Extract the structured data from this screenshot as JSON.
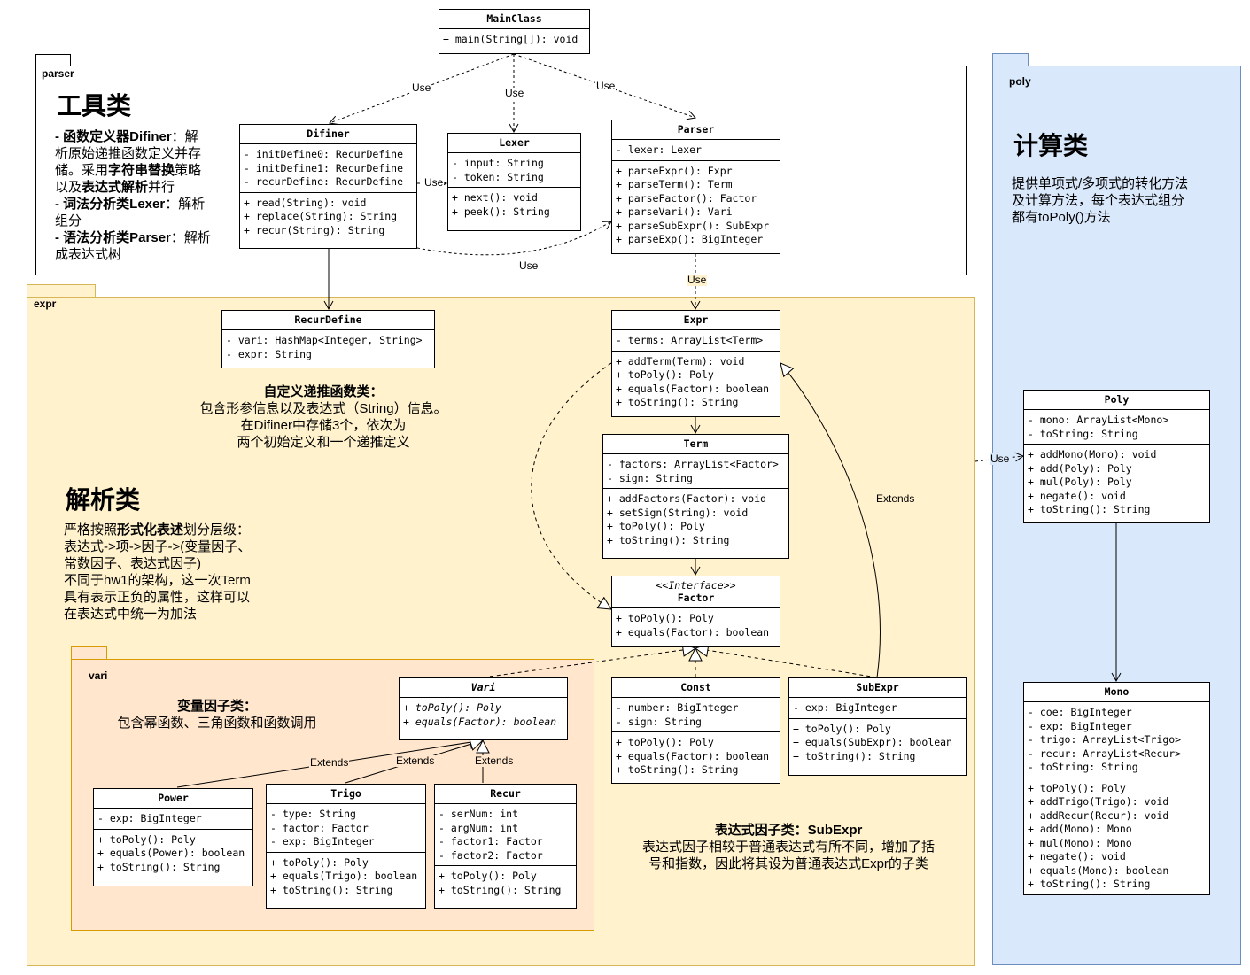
{
  "packages": {
    "parser": "parser",
    "expr": "expr",
    "vari": "vari",
    "poly": "poly"
  },
  "classes": {
    "mainclass": {
      "name": "MainClass",
      "methods": [
        "+ main(String[]): void"
      ]
    },
    "difiner": {
      "name": "Difiner",
      "fields": [
        "- initDefine0: RecurDefine",
        "- initDefine1: RecurDefine",
        "- recurDefine: RecurDefine"
      ],
      "methods": [
        "+ read(String): void",
        "+ replace(String): String",
        "+ recur(String): String"
      ]
    },
    "lexer": {
      "name": "Lexer",
      "fields": [
        "- input: String",
        "- token: String"
      ],
      "methods": [
        "+ next(): void",
        "+ peek(): String"
      ]
    },
    "parser": {
      "name": "Parser",
      "fields": [
        "- lexer: Lexer"
      ],
      "methods": [
        "+ parseExpr(): Expr",
        "+ parseTerm(): Term",
        "+ parseFactor(): Factor",
        "+ parseVari(): Vari",
        "+ parseSubExpr(): SubExpr",
        "+ parseExp(): BigInteger"
      ]
    },
    "recurdefine": {
      "name": "RecurDefine",
      "fields": [
        "- vari: HashMap<Integer, String>",
        "- expr: String"
      ]
    },
    "expr": {
      "name": "Expr",
      "fields": [
        "- terms: ArrayList<Term>"
      ],
      "methods": [
        "+ addTerm(Term): void",
        "+ toPoly(): Poly",
        "+ equals(Factor): boolean",
        "+ toString(): String"
      ]
    },
    "term": {
      "name": "Term",
      "fields": [
        "- factors: ArrayList<Factor>",
        "- sign: String"
      ],
      "methods": [
        "+ addFactors(Factor): void",
        "+ setSign(String): void",
        "+ toPoly(): Poly",
        "+ toString(): String"
      ]
    },
    "factor": {
      "stereotype": "<<Interface>>",
      "name": "Factor",
      "methods": [
        "+ toPoly(): Poly",
        "+ equals(Factor): boolean"
      ]
    },
    "const": {
      "name": "Const",
      "fields": [
        "- number: BigInteger",
        "- sign: String"
      ],
      "methods": [
        "+ toPoly(): Poly",
        "+ equals(Factor): boolean",
        "+ toString(): String"
      ]
    },
    "subexpr": {
      "name": "SubExpr",
      "fields": [
        "- exp: BigInteger"
      ],
      "methods": [
        "+ toPoly(): Poly",
        "+ equals(SubExpr): boolean",
        "+ toString(): String"
      ]
    },
    "vari": {
      "name": "Vari",
      "methods": [
        "+ toPoly(): Poly",
        "+ equals(Factor): boolean"
      ]
    },
    "power": {
      "name": "Power",
      "fields": [
        "- exp: BigInteger"
      ],
      "methods": [
        "+ toPoly(): Poly",
        "+ equals(Power): boolean",
        "+ toString(): String"
      ]
    },
    "trigo": {
      "name": "Trigo",
      "fields": [
        "- type: String",
        "- factor: Factor",
        "- exp: BigInteger"
      ],
      "methods": [
        "+ toPoly(): Poly",
        "+ equals(Trigo): boolean",
        "+ toString(): String"
      ]
    },
    "recur": {
      "name": "Recur",
      "fields": [
        "- serNum: int",
        "- argNum: int",
        "- factor1: Factor",
        "- factor2: Factor"
      ],
      "methods": [
        "+ toPoly(): Poly",
        "+ toString(): String"
      ]
    },
    "poly": {
      "name": "Poly",
      "fields": [
        "- mono: ArrayList<Mono>",
        "- toString: String"
      ],
      "methods": [
        "+ addMono(Mono): void",
        "+ add(Poly): Poly",
        "+ mul(Poly): Poly",
        "+ negate(): void",
        "+ toString(): String"
      ]
    },
    "mono": {
      "name": "Mono",
      "fields": [
        "- coe: BigInteger",
        "- exp: BigInteger",
        "- trigo: ArrayList<Trigo>",
        "- recur: ArrayList<Recur>",
        "- toString: String"
      ],
      "methods": [
        "+ toPoly(): Poly",
        "+ addTrigo(Trigo): void",
        "+ addRecur(Recur): void",
        "+ add(Mono): Mono",
        "+ mul(Mono): Mono",
        "+ negate(): void",
        "+ equals(Mono): boolean",
        "+ toString(): String"
      ]
    }
  },
  "notes": {
    "tool_title": "工具类",
    "tool_lines": [
      [
        "- 函数定义器Difiner",
        "：解"
      ],
      [
        "析原始递推函数定义并存",
        ""
      ],
      [
        "储。采用",
        ""
      ],
      [
        "以及",
        ""
      ],
      [
        "- 词法分析类Lexer",
        "：解析"
      ],
      [
        "组分",
        ""
      ],
      [
        "- 语法分析类Parser",
        "：解析"
      ],
      [
        "成表达式树",
        ""
      ]
    ],
    "tool_line3_bold": "字符串替换",
    "tool_line3_tail": "策略",
    "tool_line4_bold": "表达式解析",
    "tool_line4_tail": "并行",
    "recurdefine_title": "自定义递推函数类：",
    "recurdefine_lines": [
      "包含形参信息以及表达式（String）信息。",
      "在Difiner中存储3个，依次为",
      "两个初始定义和一个递推定义"
    ],
    "parse_title": "解析类",
    "parse_line1_pre": "严格按照",
    "parse_line1_bold": "形式化表述",
    "parse_line1_post": "划分层级：",
    "parse_lines": [
      "表达式->项->因子->(变量因子、",
      "常数因子、表达式因子)",
      "不同于hw1的架构，这一次Term",
      "具有表示正负的属性，这样可以",
      "在表达式中统一为加法"
    ],
    "vari_title": "变量因子类：",
    "vari_line": "包含幂函数、三角函数和函数调用",
    "subexpr_title": "表达式因子类：SubExpr",
    "subexpr_lines": [
      "表达式因子相较于普通表达式有所不同，增加了括",
      "号和指数，因此将其设为普通表达式Expr的子类"
    ],
    "calc_title": "计算类",
    "calc_lines": [
      "提供单项式/多项式的转化方法",
      "及计算方法，每个表达式组分",
      "都有toPoly()方法"
    ]
  },
  "edge_labels": {
    "use": "Use",
    "extends": "Extends"
  },
  "colors": {
    "expr_fill": "#fff2cc",
    "expr_border": "#d6b656",
    "vari_fill": "#ffe6cc",
    "vari_border": "#d79b00",
    "poly_fill": "#dae8fc",
    "poly_border": "#6c8ebf"
  }
}
